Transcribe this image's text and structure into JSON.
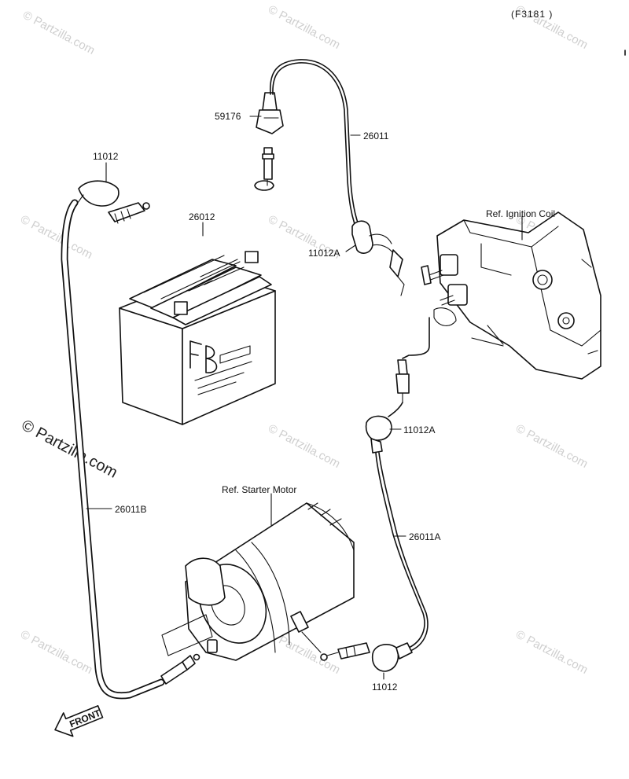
{
  "figure_code": "(F3181 )",
  "watermark": "© Partzilla.com",
  "parts": {
    "p59176": "59176",
    "p26011": "26011",
    "p11012_top": "11012",
    "p26012": "26012",
    "p11012A_top": "11012A",
    "p11012A_mid": "11012A",
    "p26011B": "26011B",
    "p26011A": "26011A",
    "p11012_bottom": "11012"
  },
  "refs": {
    "ignition_coil": "Ref. Ignition Coil",
    "starter_motor": "Ref. Starter Motor"
  },
  "battery_brand": "FB",
  "front_arrow": "FRONT"
}
